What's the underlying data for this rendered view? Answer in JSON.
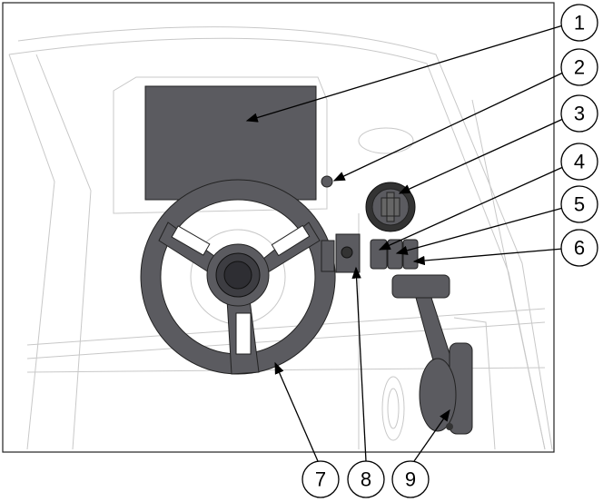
{
  "callouts": {
    "c1": "1",
    "c2": "2",
    "c3": "3",
    "c4": "4",
    "c5": "5",
    "c6": "6",
    "c7": "7",
    "c8": "8",
    "c9": "9"
  },
  "colors": {
    "part": "#5b5b60",
    "background_lines": "#c8c8c8"
  }
}
